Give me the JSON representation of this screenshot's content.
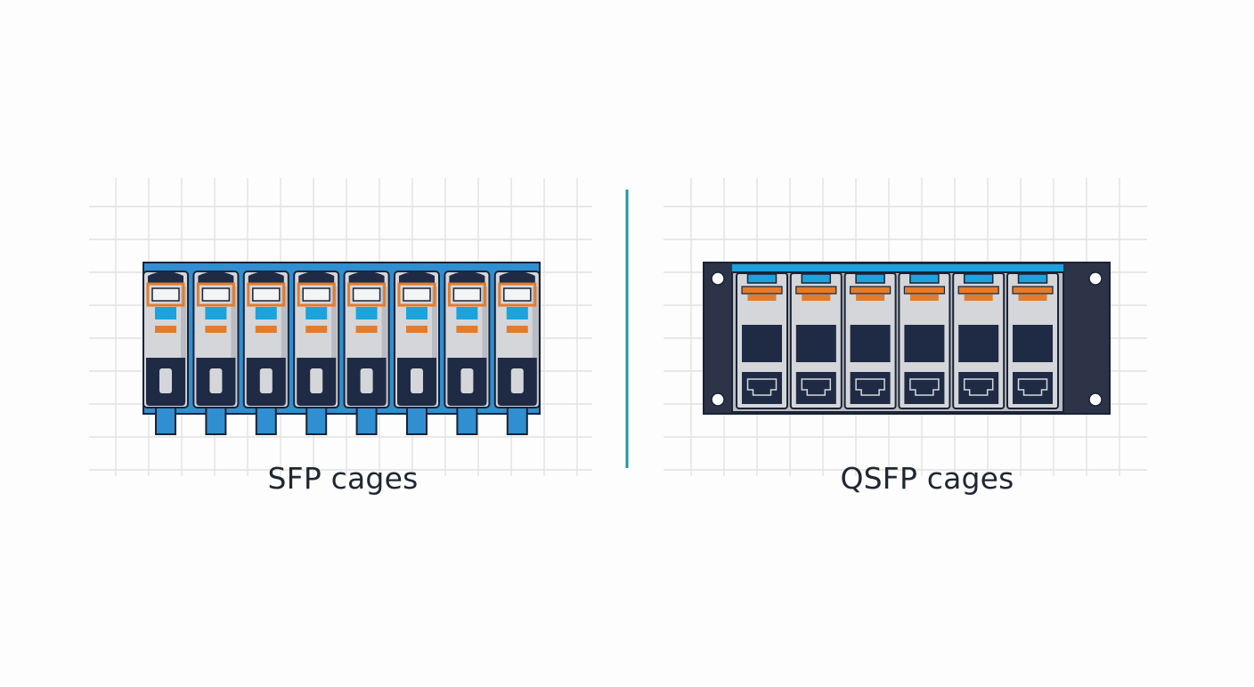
{
  "sfp": {
    "caption": "SFP cages",
    "cage_count": 8
  },
  "qsfp": {
    "caption": "QSFP cages",
    "cage_count": 6
  },
  "colors": {
    "background": "#fdfdfd",
    "grid": "#e2e2e2",
    "divider": "#1a9aa3",
    "sfp_frame": "#2f8fd0",
    "cage_steel": "#d4d6da",
    "cage_shade": "#b9bcc2",
    "navy": "#1f2b45",
    "accent_blue": "#1ba3dd",
    "accent_orange": "#e27c2c",
    "qsfp_plate": "#2d3447",
    "outline": "#1a2235"
  }
}
